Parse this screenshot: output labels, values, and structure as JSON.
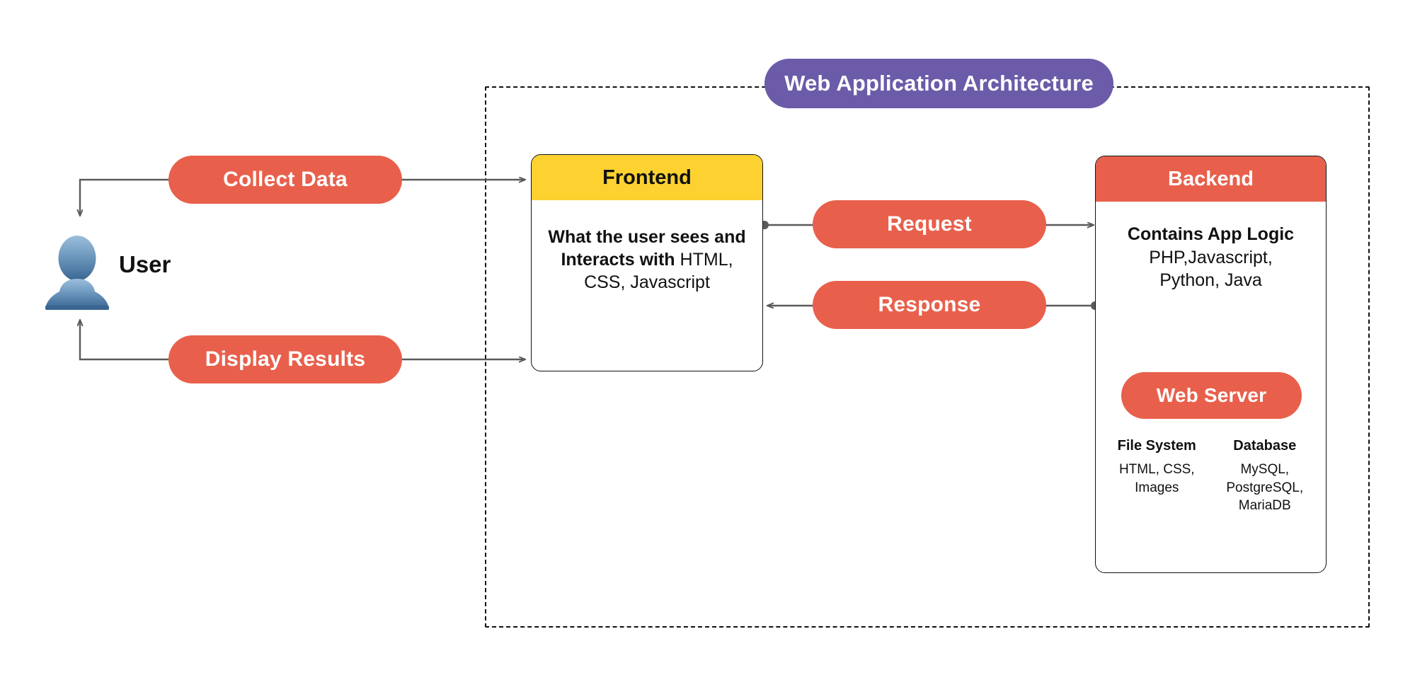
{
  "diagram": {
    "title": "Web Application Architecture",
    "colors": {
      "accent_red": "#E8604C",
      "accent_purple": "#6B5BA8",
      "accent_yellow": "#FCD130",
      "line": "#5A5A5A",
      "border": "#111111",
      "avatar_top": "#8FB4D4",
      "avatar_bottom": "#3D6A94"
    }
  },
  "user": {
    "label": "User",
    "icon": "user-avatar-icon"
  },
  "flow_pills": {
    "collect_data": "Collect Data",
    "display_results": "Display Results",
    "request": "Request",
    "response": "Response"
  },
  "frontend": {
    "header": "Frontend",
    "body_strong": "What the user sees and Interacts with",
    "body_regular": "HTML, CSS, Javascript"
  },
  "backend": {
    "header": "Backend",
    "body_strong": "Contains App Logic",
    "body_line1": "PHP,Javascript,",
    "body_line2": "Python, Java",
    "web_server": "Web Server",
    "columns": [
      {
        "title": "File System",
        "text": "HTML, CSS, Images"
      },
      {
        "title": "Database",
        "text": "MySQL, PostgreSQL, MariaDB"
      }
    ]
  }
}
